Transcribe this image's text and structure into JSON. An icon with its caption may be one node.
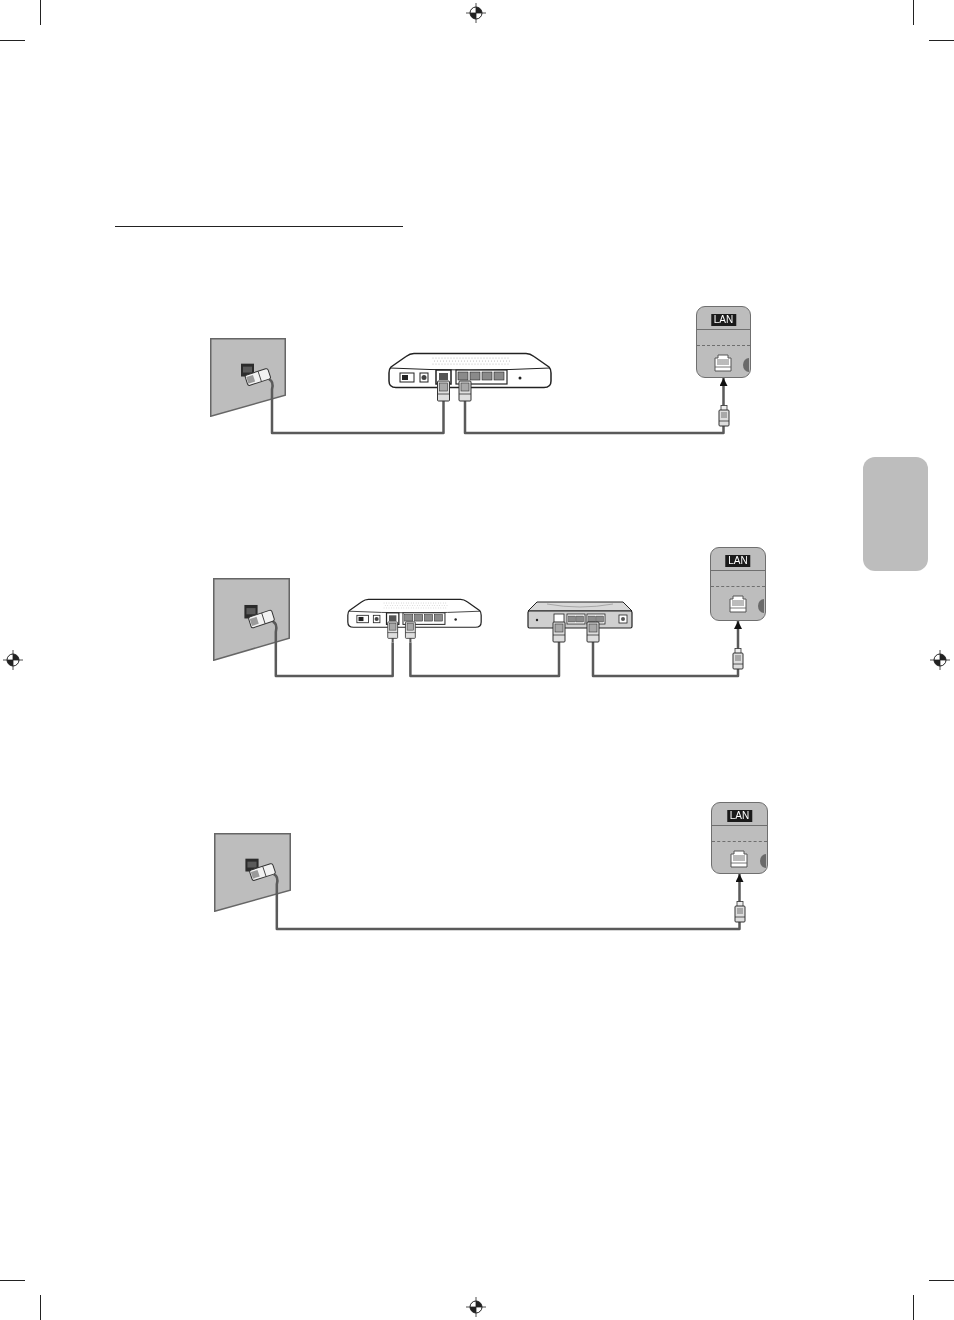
{
  "diagram": {
    "nodes": [
      {
        "text": [],
        "shape": "picture"
      },
      {
        "text": [],
        "shape": "picture"
      },
      {
        "text": [
          "LAN"
        ]
      },
      {
        "text": [],
        "shape": "box"
      },
      {
        "text": [],
        "shape": "picture"
      },
      {
        "text": [],
        "shape": "picture"
      },
      {
        "text": [],
        "shape": "picture"
      },
      {
        "text": [
          "LAN"
        ]
      },
      {
        "text": [],
        "shape": "picture"
      },
      {
        "text": [
          "LAN"
        ]
      }
    ],
    "edges": [
      {
        "from": 0,
        "to": 1,
        "arrow": "none"
      },
      {
        "from": 1,
        "to": 2,
        "arrow": "to"
      },
      {
        "from": 4,
        "to": 5,
        "arrow": "none"
      },
      {
        "from": 5,
        "to": 6,
        "arrow": "none"
      },
      {
        "from": 6,
        "to": 7,
        "arrow": "to"
      },
      {
        "from": 8,
        "to": 9,
        "arrow": "to"
      }
    ]
  }
}
